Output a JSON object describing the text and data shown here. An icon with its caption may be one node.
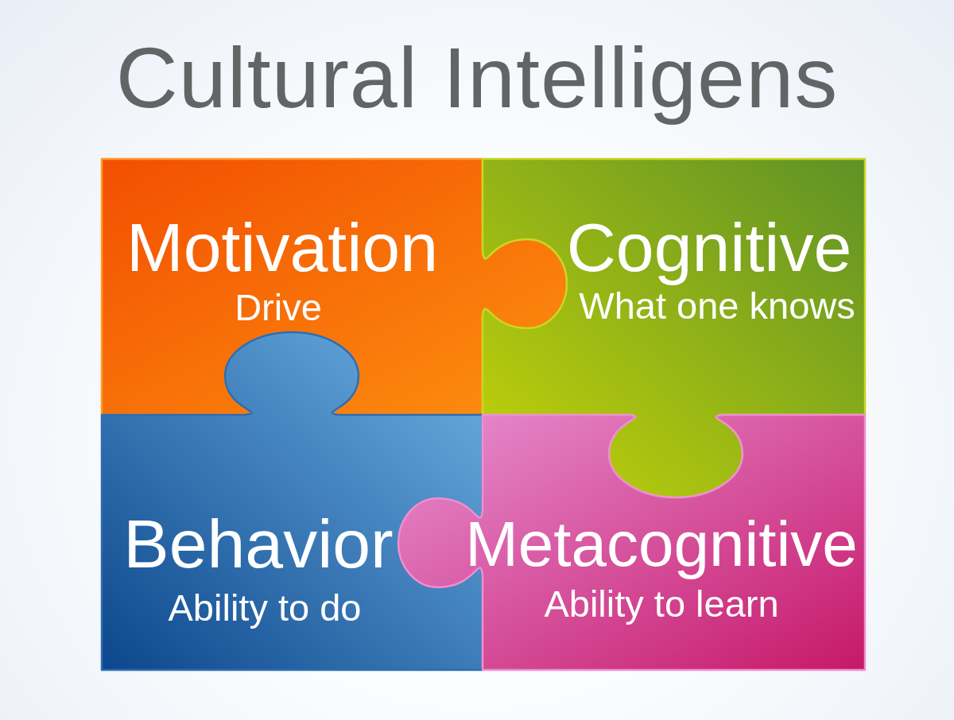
{
  "diagram": {
    "title": "Cultural Intelligens",
    "nodes": [
      {
        "text": [
          "Motivation",
          "Drive"
        ]
      },
      {
        "text": [
          "Cognitive",
          "What one knows"
        ]
      },
      {
        "text": [
          "Behavior",
          "Ability to do"
        ]
      },
      {
        "text": [
          "Metacognitive",
          "Ability to learn"
        ]
      }
    ]
  }
}
